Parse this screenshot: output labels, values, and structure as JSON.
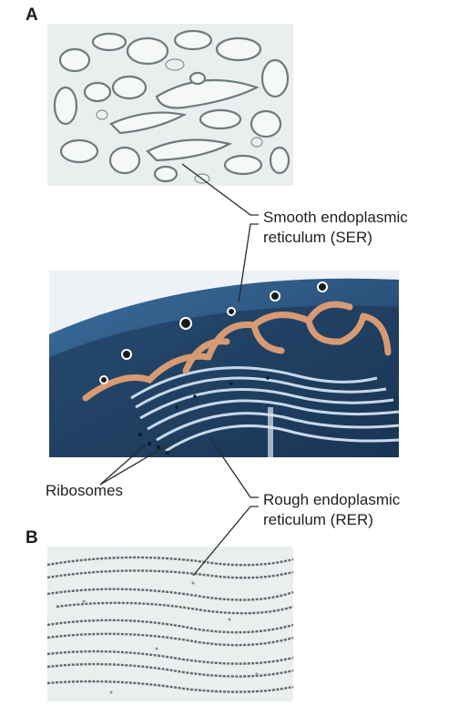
{
  "figure": {
    "panel_a_label": "A",
    "panel_b_label": "B",
    "callouts": {
      "ser_line1": "Smooth endoplasmic",
      "ser_line2": "reticulum (SER)",
      "ribosomes": "Ribosomes",
      "rer_line1": "Rough endoplasmic",
      "rer_line2": "reticulum (RER)"
    }
  },
  "colors": {
    "micrograph_bg": "#e9eeee",
    "micrograph_outline": "#6f7a7c",
    "cytoplasm": "#2b4f7a",
    "dark_interior": "#0f2438",
    "rer_membrane": "#c9d8ea",
    "ser_tubules": "#d89a73",
    "leader_lines": "#2a2a2a"
  }
}
